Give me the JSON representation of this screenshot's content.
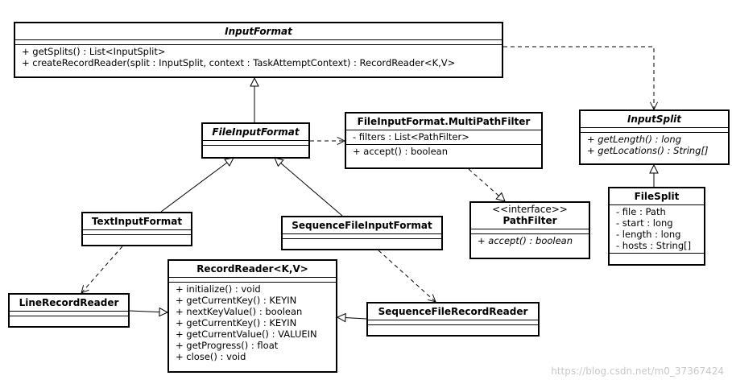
{
  "classes": {
    "input_format": {
      "name": "InputFormat",
      "operations": [
        "+ getSplits() : List<InputSplit>",
        "+ createRecordReader(split : InputSplit, context : TaskAttemptContext) : RecordReader<K,V>"
      ]
    },
    "file_input_format": {
      "name": "FileInputFormat"
    },
    "multi_path_filter": {
      "name": "FileInputFormat.MultiPathFilter",
      "attributes": [
        "- filters : List<PathFilter>"
      ],
      "operations": [
        "+ accept() : boolean"
      ]
    },
    "input_split": {
      "name": "InputSplit",
      "operations": [
        "+ getLength() : long",
        "+ getLocations() : String[]"
      ]
    },
    "file_split": {
      "name": "FileSplit",
      "attributes": [
        "- file : Path",
        "- start : long",
        "- length : long",
        "- hosts : String[]"
      ]
    },
    "path_filter": {
      "stereotype": "<<interface>>",
      "name": "PathFilter",
      "operations": [
        "+ accept() : boolean"
      ]
    },
    "text_input_format": {
      "name": "TextInputFormat"
    },
    "sequence_file_input_format": {
      "name": "SequenceFileInputFormat"
    },
    "record_reader": {
      "name": "RecordReader<K,V>",
      "operations": [
        "+ initialize() : void",
        "+ getCurrentKey() : KEYIN",
        "+ nextKeyValue() : boolean",
        "+ getCurrentKey() : KEYIN",
        "+ getCurrentValue() : VALUEIN",
        "+ getProgress() : float",
        "+ close() : void"
      ]
    },
    "line_record_reader": {
      "name": "LineRecordReader"
    },
    "sequence_file_record_reader": {
      "name": "SequenceFileRecordReader"
    }
  },
  "relationships": [
    {
      "from": "FileInputFormat",
      "to": "InputFormat",
      "kind": "generalization"
    },
    {
      "from": "TextInputFormat",
      "to": "FileInputFormat",
      "kind": "generalization"
    },
    {
      "from": "SequenceFileInputFormat",
      "to": "FileInputFormat",
      "kind": "generalization"
    },
    {
      "from": "FileSplit",
      "to": "InputSplit",
      "kind": "generalization"
    },
    {
      "from": "LineRecordReader",
      "to": "RecordReader<K,V>",
      "kind": "generalization"
    },
    {
      "from": "SequenceFileRecordReader",
      "to": "RecordReader<K,V>",
      "kind": "generalization"
    },
    {
      "from": "FileInputFormat.MultiPathFilter",
      "to": "PathFilter",
      "kind": "realization"
    },
    {
      "from": "InputFormat",
      "to": "InputSplit",
      "kind": "dependency"
    },
    {
      "from": "FileInputFormat",
      "to": "FileInputFormat.MultiPathFilter",
      "kind": "dependency"
    },
    {
      "from": "TextInputFormat",
      "to": "LineRecordReader",
      "kind": "dependency"
    },
    {
      "from": "SequenceFileInputFormat",
      "to": "SequenceFileRecordReader",
      "kind": "dependency"
    }
  ],
  "watermark": "https://blog.csdn.net/m0_37367424"
}
